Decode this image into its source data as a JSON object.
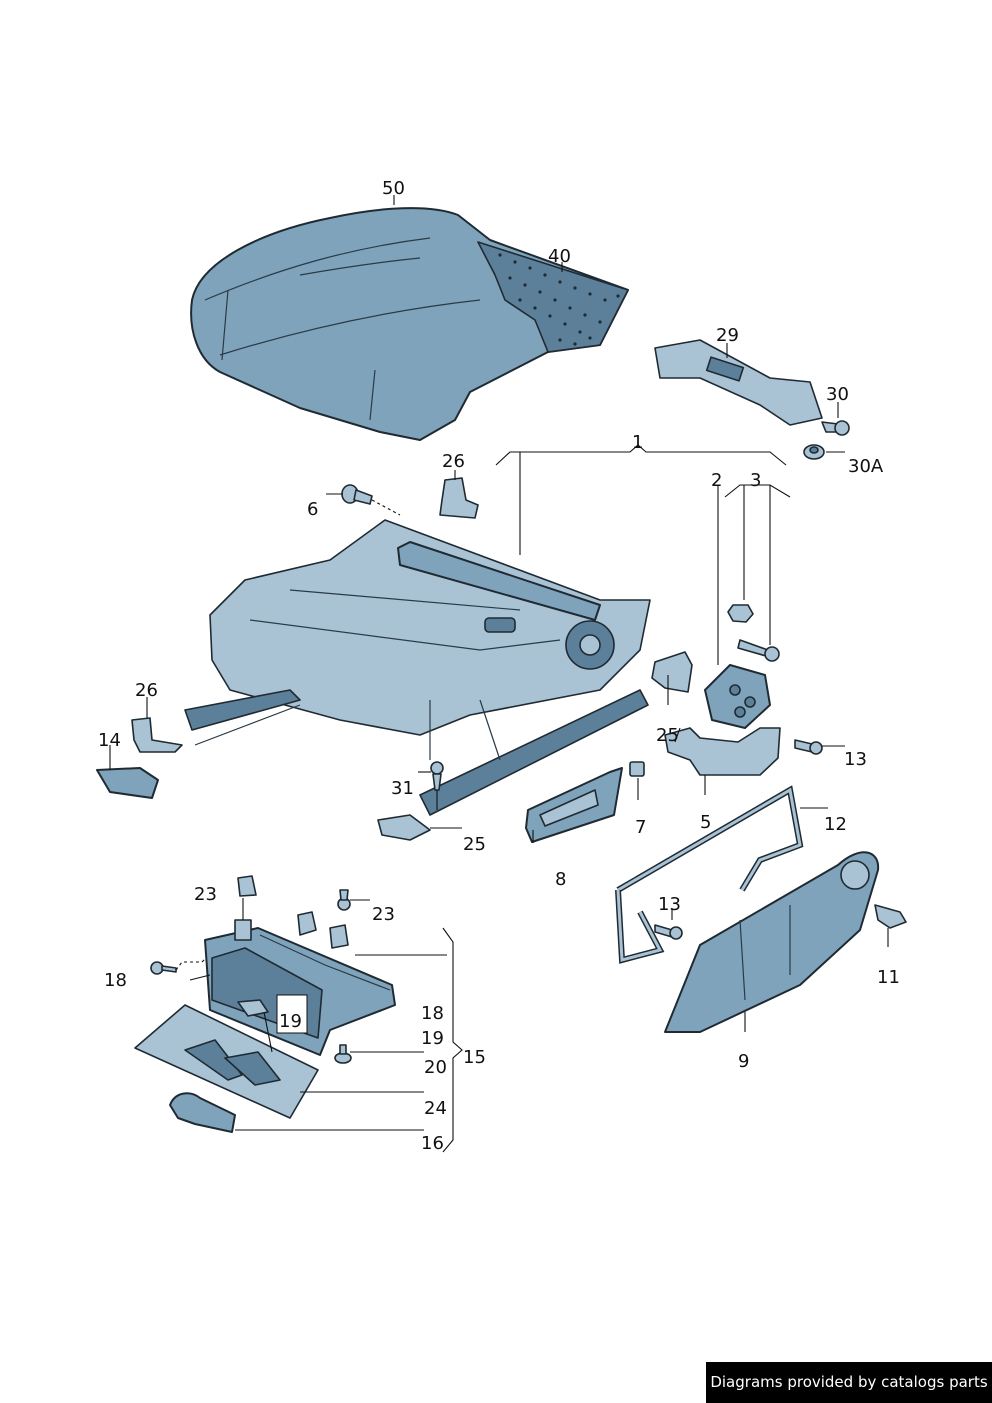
{
  "labels": {
    "p50": "50",
    "p40": "40",
    "p29": "29",
    "p30": "30",
    "p30a": "30A",
    "p1": "1",
    "p26a": "26",
    "p6": "6",
    "p2": "2",
    "p3": "3",
    "p26b": "26",
    "p14": "14",
    "p25a": "25",
    "p13a": "13",
    "p31": "31",
    "p25b": "25",
    "p7": "7",
    "p5": "5",
    "p12": "12",
    "p8": "8",
    "p23a": "23",
    "p23b": "23",
    "p13b": "13",
    "p11": "11",
    "p18a": "18",
    "p18b": "18",
    "p19a": "19",
    "p19b": "19",
    "p15": "15",
    "p20": "20",
    "p24": "24",
    "p16": "16",
    "p9": "9"
  },
  "footer": {
    "credit": "Diagrams provided by catalogs parts"
  }
}
